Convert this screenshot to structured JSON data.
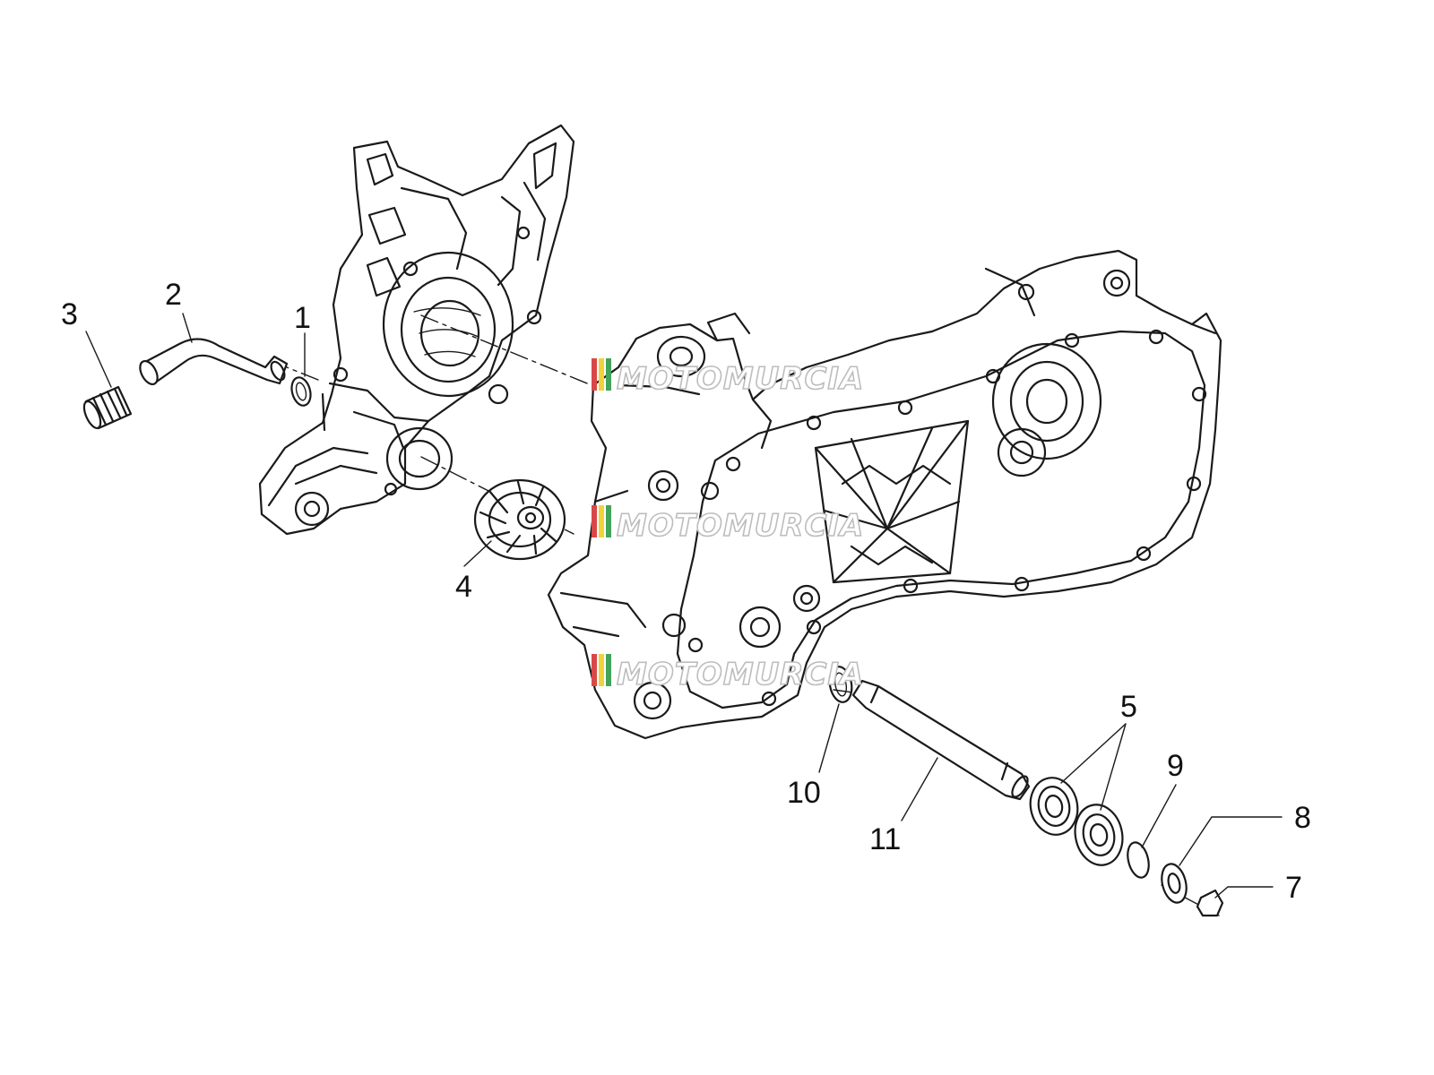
{
  "diagram": {
    "callouts": [
      {
        "id": "c1",
        "label": "1"
      },
      {
        "id": "c2",
        "label": "2"
      },
      {
        "id": "c3",
        "label": "3"
      },
      {
        "id": "c4",
        "label": "4"
      },
      {
        "id": "c5",
        "label": "5"
      },
      {
        "id": "c7",
        "label": "7"
      },
      {
        "id": "c8",
        "label": "8"
      },
      {
        "id": "c9",
        "label": "9"
      },
      {
        "id": "c10",
        "label": "10"
      },
      {
        "id": "c11",
        "label": "11"
      }
    ]
  },
  "watermark": {
    "text": "MOTOMURCIA",
    "colors": {
      "outline": "#bdbdbd",
      "fill": "#ffffff",
      "flag_red": "#d94848",
      "flag_yellow": "#f2d23a",
      "flag_green": "#44a35a"
    }
  }
}
